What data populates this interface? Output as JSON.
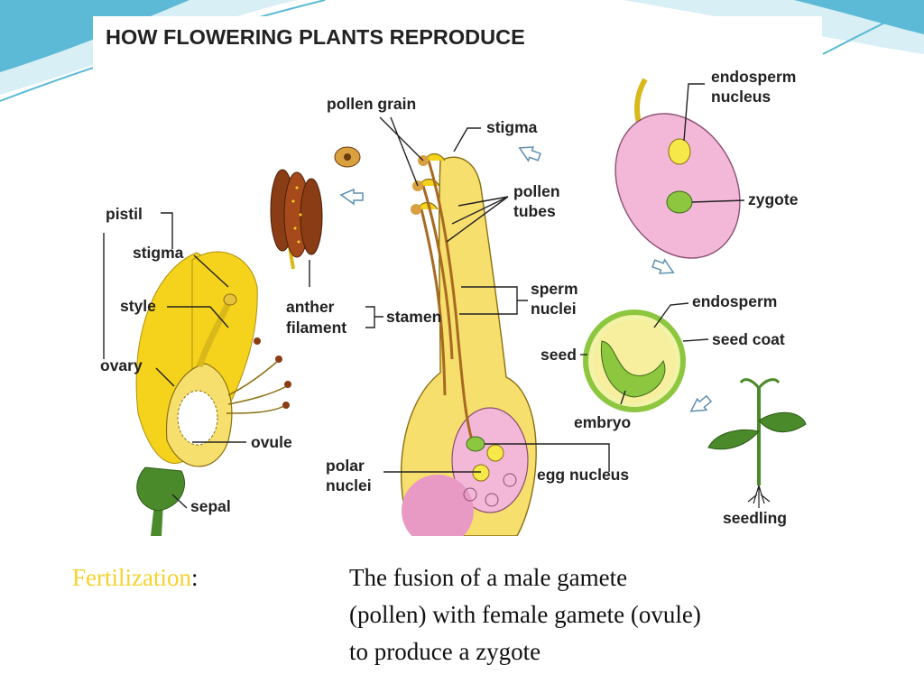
{
  "slide": {
    "title": "HOW FLOWERING PLANTS REPRODUCE",
    "colors": {
      "background": "#ffffff",
      "accent_wave": "#5cbad6",
      "term_highlight": "#f6d22a",
      "flower_yellow": "#f5d31d",
      "pistil_yellow": "#f7df6e",
      "ovule_pink": "#e89ac5",
      "nucleus_green": "#8dc63f",
      "anther_brown": "#8a3c14"
    },
    "icons": [
      "arrow-icon"
    ]
  },
  "diagram": {
    "labels": {
      "pollen_grain": "pollen grain",
      "stigma_top": "stigma",
      "pollen_tubes_1": "pollen",
      "pollen_tubes_2": "tubes",
      "sperm_nuclei_1": "sperm",
      "sperm_nuclei_2": "nuclei",
      "polar_nuclei_1": "polar",
      "polar_nuclei_2": "nuclei",
      "egg_nucleus": "egg nucleus",
      "stamen": "stamen",
      "anther": "anther",
      "filament": "filament",
      "pistil": "pistil",
      "stigma_left": "stigma",
      "style": "style",
      "ovary": "ovary",
      "ovule": "ovule",
      "sepal": "sepal",
      "endosperm_nucleus_1": "endosperm",
      "endosperm_nucleus_2": "nucleus",
      "zygote": "zygote",
      "endosperm": "endosperm",
      "seed_coat": "seed coat",
      "seed": "seed",
      "embryo": "embryo",
      "seedling": "seedling"
    }
  },
  "caption": {
    "term": "Fertilization",
    "colon": ":",
    "definition_lines": [
      "The fusion of a male gamete",
      "(pollen) with female gamete (ovule)",
      "to produce a zygote"
    ]
  }
}
